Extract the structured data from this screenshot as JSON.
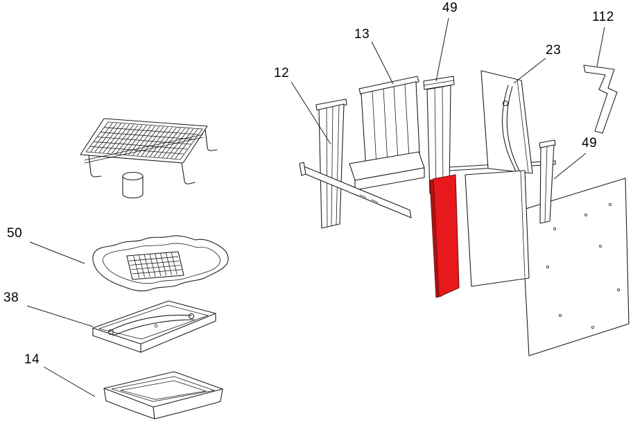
{
  "diagram": {
    "type": "exploded-parts-diagram",
    "background": "#ffffff",
    "line_color": "#1d1d1d",
    "highlight_color": "#e8191c",
    "highlight_shadow": "#b21212",
    "selected_part": "49",
    "labels": [
      {
        "part": "49",
        "text": "49"
      },
      {
        "part": "13",
        "text": "13"
      },
      {
        "part": "12",
        "text": "12"
      },
      {
        "part": "23",
        "text": "23"
      },
      {
        "part": "112",
        "text": "112"
      },
      {
        "part": "49",
        "text": "49"
      },
      {
        "part": "50",
        "text": "50"
      },
      {
        "part": "38",
        "text": "38"
      },
      {
        "part": "14",
        "text": "14"
      }
    ]
  }
}
